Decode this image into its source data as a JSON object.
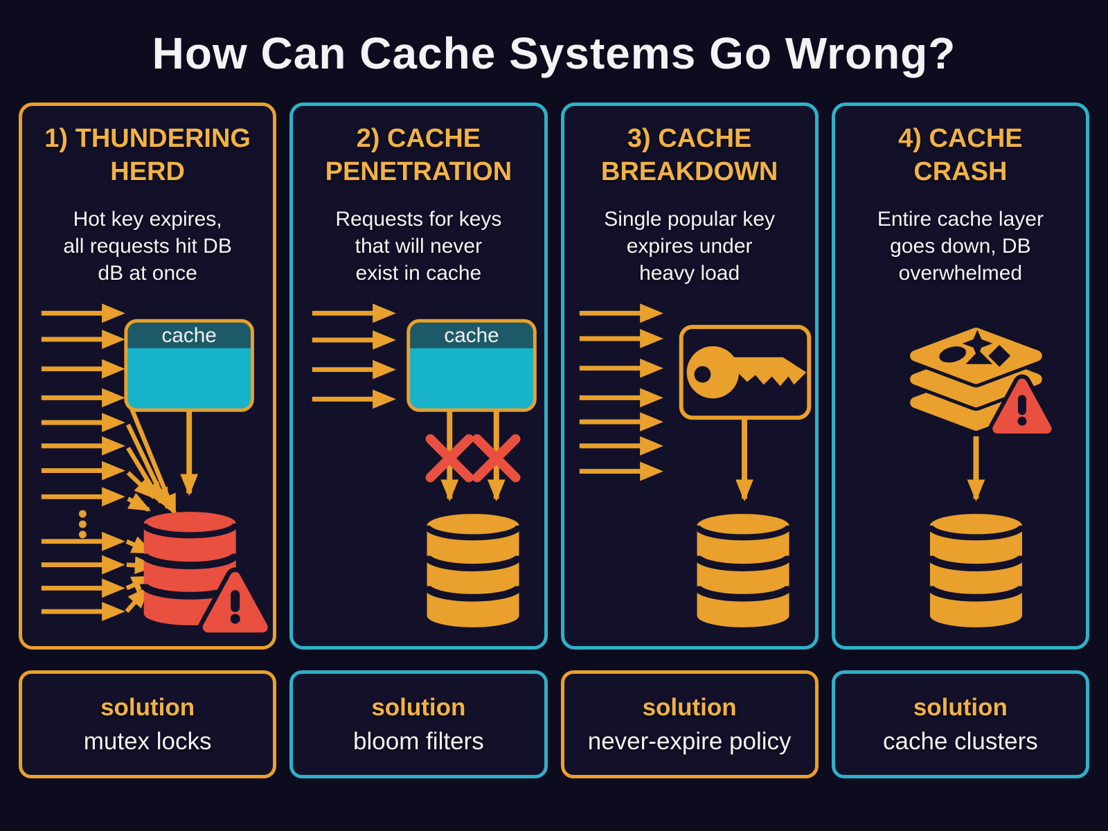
{
  "title": "How Can Cache Systems Go Wrong?",
  "cache_label": "cache",
  "colors": {
    "background": "#0d0c1e",
    "panel_background": "#121129",
    "orange": "#e9a02c",
    "gold": "#f2b246",
    "teal": "#2eb1c9",
    "cyan": "#16b3cb",
    "cache_header": "#1d5a68",
    "red": "#e9503f",
    "white": "#f3f3f5"
  },
  "panels": [
    {
      "heading_lines": [
        "1) THUNDERING",
        "HERD"
      ],
      "description_lines": [
        "Hot key expires,",
        "all requests hit DB",
        "dB at once"
      ],
      "border_color": "orange",
      "icons": [
        "request-arrows",
        "ellipsis-dots",
        "cache-box",
        "database-overloaded-red",
        "warning-triangle"
      ],
      "solution": {
        "label": "solution",
        "text": "mutex locks",
        "border_color": "orange"
      }
    },
    {
      "heading_lines": [
        "2) CACHE",
        "PENETRATION"
      ],
      "description_lines": [
        "Requests for keys",
        "that will never",
        "exist in cache"
      ],
      "border_color": "teal",
      "icons": [
        "request-arrows",
        "cache-box",
        "miss-x-marks",
        "database"
      ],
      "solution": {
        "label": "solution",
        "text": "bloom filters",
        "border_color": "teal"
      }
    },
    {
      "heading_lines": [
        "3) CACHE",
        "BREAKDOWN"
      ],
      "description_lines": [
        "Single popular key",
        "expires under",
        "heavy load"
      ],
      "border_color": "teal",
      "icons": [
        "request-arrows",
        "hot-key",
        "database"
      ],
      "solution": {
        "label": "solution",
        "text": "never-expire policy",
        "border_color": "orange"
      }
    },
    {
      "heading_lines": [
        "4) CACHE",
        "CRASH"
      ],
      "description_lines": [
        "Entire cache layer",
        "goes down, DB",
        "overwhelmed"
      ],
      "border_color": "teal",
      "icons": [
        "redis-stack",
        "warning-triangle",
        "database"
      ],
      "solution": {
        "label": "solution",
        "text": "cache clusters",
        "border_color": "teal"
      }
    }
  ]
}
